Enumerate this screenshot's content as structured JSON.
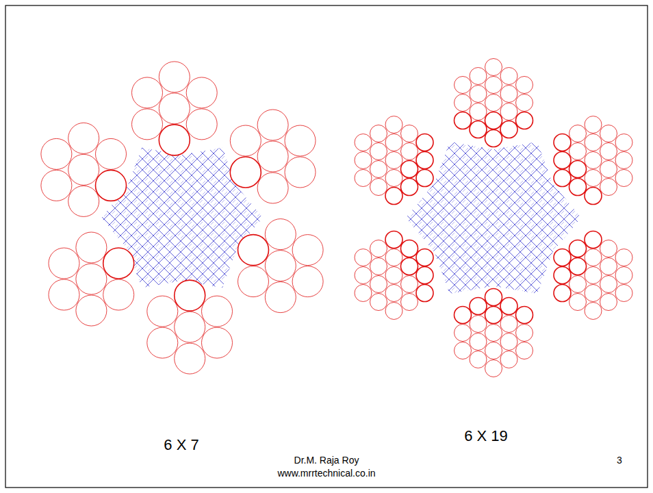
{
  "diagram": {
    "labels": [
      "6 X 7",
      "6 X 19",
      "Dr.M. Raja Roy",
      "www.mrrtechnical.co.in",
      "3"
    ]
  }
}
